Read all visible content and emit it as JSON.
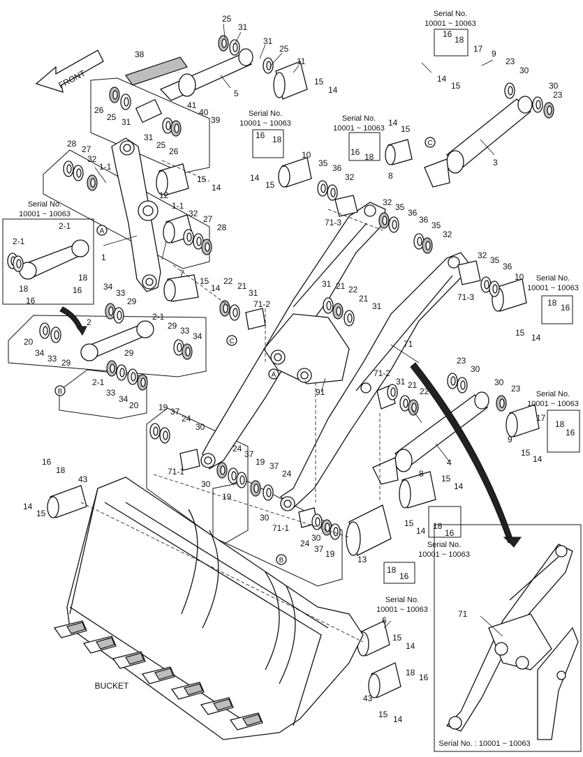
{
  "front_label": "FRONT",
  "bucket_label": "BUCKET",
  "serial_header": "Serial No.",
  "serial_range": "10001 ~ 10063",
  "inset_caption": "Serial No. : 10001 ~ 10063",
  "section_markers": [
    "A",
    "B",
    "C"
  ],
  "part_labels": [
    {
      "id": "p25a",
      "t": "25"
    },
    {
      "id": "p31a",
      "t": "31"
    },
    {
      "id": "p38",
      "t": "38"
    },
    {
      "id": "p31b",
      "t": "31"
    },
    {
      "id": "p25b",
      "t": "25"
    },
    {
      "id": "p11",
      "t": "11"
    },
    {
      "id": "p5",
      "t": "5"
    },
    {
      "id": "p15a",
      "t": "15"
    },
    {
      "id": "p14a",
      "t": "14"
    },
    {
      "id": "p26a",
      "t": "26"
    },
    {
      "id": "p25c",
      "t": "25"
    },
    {
      "id": "p31c",
      "t": "31"
    },
    {
      "id": "p41",
      "t": "41"
    },
    {
      "id": "p40",
      "t": "40"
    },
    {
      "id": "p39",
      "t": "39"
    },
    {
      "id": "p31d",
      "t": "31"
    },
    {
      "id": "p25d",
      "t": "25"
    },
    {
      "id": "p26b",
      "t": "26"
    },
    {
      "id": "p16a",
      "t": "16"
    },
    {
      "id": "p18a",
      "t": "18"
    },
    {
      "id": "p17a",
      "t": "17"
    },
    {
      "id": "p9a",
      "t": "9"
    },
    {
      "id": "p23a",
      "t": "23"
    },
    {
      "id": "p30a",
      "t": "30"
    },
    {
      "id": "p30b",
      "t": "30"
    },
    {
      "id": "p23b",
      "t": "23"
    },
    {
      "id": "p14b",
      "t": "14"
    },
    {
      "id": "p15b",
      "t": "15"
    },
    {
      "id": "p3",
      "t": "3"
    },
    {
      "id": "p16b",
      "t": "16"
    },
    {
      "id": "p18b",
      "t": "18"
    },
    {
      "id": "p10a",
      "t": "10"
    },
    {
      "id": "p35a",
      "t": "35"
    },
    {
      "id": "p36a",
      "t": "36"
    },
    {
      "id": "p32a",
      "t": "32"
    },
    {
      "id": "p14c",
      "t": "14"
    },
    {
      "id": "p15c",
      "t": "15"
    },
    {
      "id": "p14d",
      "t": "14"
    },
    {
      "id": "p15d",
      "t": "15"
    },
    {
      "id": "p16c",
      "t": "16"
    },
    {
      "id": "p18c",
      "t": "18"
    },
    {
      "id": "p8a",
      "t": "8"
    },
    {
      "id": "p28a",
      "t": "28"
    },
    {
      "id": "p27a",
      "t": "27"
    },
    {
      "id": "p32b",
      "t": "32"
    },
    {
      "id": "p1-1a",
      "t": "1-1"
    },
    {
      "id": "p12",
      "t": "12"
    },
    {
      "id": "p15e",
      "t": "15"
    },
    {
      "id": "p14e",
      "t": "14"
    },
    {
      "id": "p1-1b",
      "t": "1-1"
    },
    {
      "id": "p32c",
      "t": "32"
    },
    {
      "id": "p27b",
      "t": "27"
    },
    {
      "id": "p28b",
      "t": "28"
    },
    {
      "id": "p2-1a",
      "t": "2-1"
    },
    {
      "id": "p2-1b",
      "t": "2-1"
    },
    {
      "id": "p18d",
      "t": "18"
    },
    {
      "id": "p16d",
      "t": "16"
    },
    {
      "id": "p18e",
      "t": "18"
    },
    {
      "id": "p16e",
      "t": "16"
    },
    {
      "id": "p1",
      "t": "1"
    },
    {
      "id": "p7",
      "t": "7"
    },
    {
      "id": "p15f",
      "t": "15"
    },
    {
      "id": "p14f",
      "t": "14"
    },
    {
      "id": "p22a",
      "t": "22"
    },
    {
      "id": "p21a",
      "t": "21"
    },
    {
      "id": "p31e",
      "t": "31"
    },
    {
      "id": "p71-2a",
      "t": "71-2"
    },
    {
      "id": "p34a",
      "t": "34"
    },
    {
      "id": "p33a",
      "t": "33"
    },
    {
      "id": "p29a",
      "t": "29"
    },
    {
      "id": "p2",
      "t": "2"
    },
    {
      "id": "p2-1c",
      "t": "2-1"
    },
    {
      "id": "p29b",
      "t": "29"
    },
    {
      "id": "p33b",
      "t": "33"
    },
    {
      "id": "p34b",
      "t": "34"
    },
    {
      "id": "p20a",
      "t": "20"
    },
    {
      "id": "p34c",
      "t": "34"
    },
    {
      "id": "p33c",
      "t": "33"
    },
    {
      "id": "p29c",
      "t": "29"
    },
    {
      "id": "p29d",
      "t": "29"
    },
    {
      "id": "p2-1d",
      "t": "2-1"
    },
    {
      "id": "p33d",
      "t": "33"
    },
    {
      "id": "p34d",
      "t": "34"
    },
    {
      "id": "p20b",
      "t": "20"
    },
    {
      "id": "p32d",
      "t": "32"
    },
    {
      "id": "p35b",
      "t": "35"
    },
    {
      "id": "p36b",
      "t": "36"
    },
    {
      "id": "p71-3a",
      "t": "71-3"
    },
    {
      "id": "p36c",
      "t": "36"
    },
    {
      "id": "p35c",
      "t": "35"
    },
    {
      "id": "p32e",
      "t": "32"
    },
    {
      "id": "p32f",
      "t": "32"
    },
    {
      "id": "p35d",
      "t": "35"
    },
    {
      "id": "p36d",
      "t": "36"
    },
    {
      "id": "p10b",
      "t": "10"
    },
    {
      "id": "p71-3b",
      "t": "71-3"
    },
    {
      "id": "p18f",
      "t": "18"
    },
    {
      "id": "p16f",
      "t": "16"
    },
    {
      "id": "p15g",
      "t": "15"
    },
    {
      "id": "p14g",
      "t": "14"
    },
    {
      "id": "p31f",
      "t": "31"
    },
    {
      "id": "p21b",
      "t": "21"
    },
    {
      "id": "p22b",
      "t": "22"
    },
    {
      "id": "p21c",
      "t": "21"
    },
    {
      "id": "p31g",
      "t": "31"
    },
    {
      "id": "p71a",
      "t": "71"
    },
    {
      "id": "p71-2b",
      "t": "71-2"
    },
    {
      "id": "p31h",
      "t": "31"
    },
    {
      "id": "p21d",
      "t": "21"
    },
    {
      "id": "p22c",
      "t": "22"
    },
    {
      "id": "p91",
      "t": "91"
    },
    {
      "id": "p23c",
      "t": "23"
    },
    {
      "id": "p30c",
      "t": "30"
    },
    {
      "id": "p30d",
      "t": "30"
    },
    {
      "id": "p23d",
      "t": "23"
    },
    {
      "id": "p17b",
      "t": "17"
    },
    {
      "id": "p18g",
      "t": "18"
    },
    {
      "id": "p16g",
      "t": "16"
    },
    {
      "id": "p9b",
      "t": "9"
    },
    {
      "id": "p15h",
      "t": "15"
    },
    {
      "id": "p14h",
      "t": "14"
    },
    {
      "id": "p4",
      "t": "4"
    },
    {
      "id": "p19a",
      "t": "19"
    },
    {
      "id": "p37a",
      "t": "37"
    },
    {
      "id": "p24a",
      "t": "24"
    },
    {
      "id": "p30e",
      "t": "30"
    },
    {
      "id": "p71-1a",
      "t": "71-1"
    },
    {
      "id": "p24b",
      "t": "24"
    },
    {
      "id": "p37b",
      "t": "37"
    },
    {
      "id": "p19b",
      "t": "19"
    },
    {
      "id": "p37c",
      "t": "37"
    },
    {
      "id": "p24c",
      "t": "24"
    },
    {
      "id": "p30f",
      "t": "30"
    },
    {
      "id": "p19c",
      "t": "19"
    },
    {
      "id": "p30g",
      "t": "30"
    },
    {
      "id": "p8b",
      "t": "8"
    },
    {
      "id": "p15i",
      "t": "15"
    },
    {
      "id": "p14i",
      "t": "14"
    },
    {
      "id": "p18h",
      "t": "18"
    },
    {
      "id": "p16h",
      "t": "16"
    },
    {
      "id": "p16i",
      "t": "16"
    },
    {
      "id": "p18i",
      "t": "18"
    },
    {
      "id": "p43a",
      "t": "43"
    },
    {
      "id": "p14j",
      "t": "14"
    },
    {
      "id": "p15j",
      "t": "15"
    },
    {
      "id": "p71-1b",
      "t": "71-1"
    },
    {
      "id": "p30h",
      "t": "30"
    },
    {
      "id": "p24d",
      "t": "24"
    },
    {
      "id": "p37d",
      "t": "37"
    },
    {
      "id": "p19d",
      "t": "19"
    },
    {
      "id": "p13",
      "t": "13"
    },
    {
      "id": "p15k",
      "t": "15"
    },
    {
      "id": "p14k",
      "t": "14"
    },
    {
      "id": "p18j",
      "t": "18"
    },
    {
      "id": "p16j",
      "t": "16"
    },
    {
      "id": "p6",
      "t": "6"
    },
    {
      "id": "p15l",
      "t": "15"
    },
    {
      "id": "p14l",
      "t": "14"
    },
    {
      "id": "p18k",
      "t": "18"
    },
    {
      "id": "p16k",
      "t": "16"
    },
    {
      "id": "p43b",
      "t": "43"
    },
    {
      "id": "p15m",
      "t": "15"
    },
    {
      "id": "p14m",
      "t": "14"
    },
    {
      "id": "p71b",
      "t": "71"
    }
  ]
}
